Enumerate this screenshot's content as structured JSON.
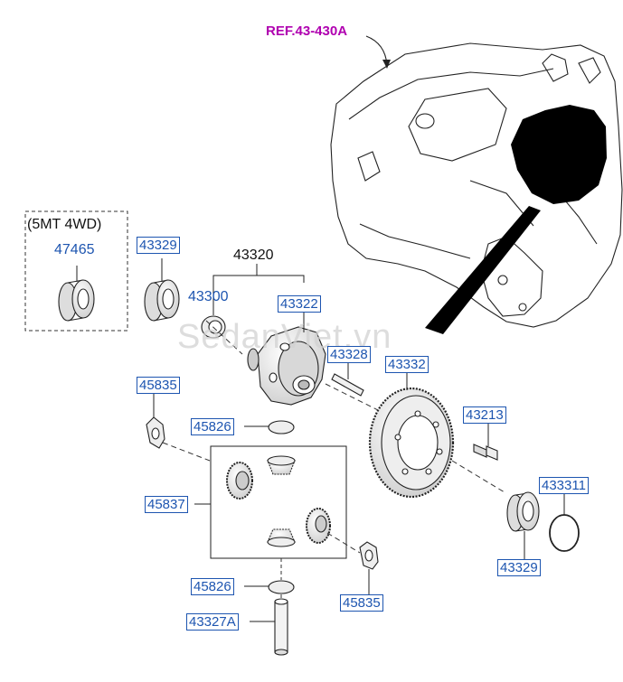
{
  "ref_label": "REF.43-430A",
  "variant_note": "(5MT 4WD)",
  "watermark": "SedanViet.vn",
  "parts": {
    "p47465": "47465",
    "p43329_top": "43329",
    "p43320": "43320",
    "p43300": "43300",
    "p43322": "43322",
    "p43328": "43328",
    "p43332": "43332",
    "p43213": "43213",
    "p433311": "433311",
    "p43329_bottom": "43329",
    "p45835_left": "45835",
    "p45826_top": "45826",
    "p45837": "45837",
    "p45826_bottom": "45826",
    "p43327A": "43327A",
    "p45835_right": "45835"
  },
  "colors": {
    "ref": "#b000b0",
    "label_blue": "#1d55b0",
    "line": "#222222"
  }
}
